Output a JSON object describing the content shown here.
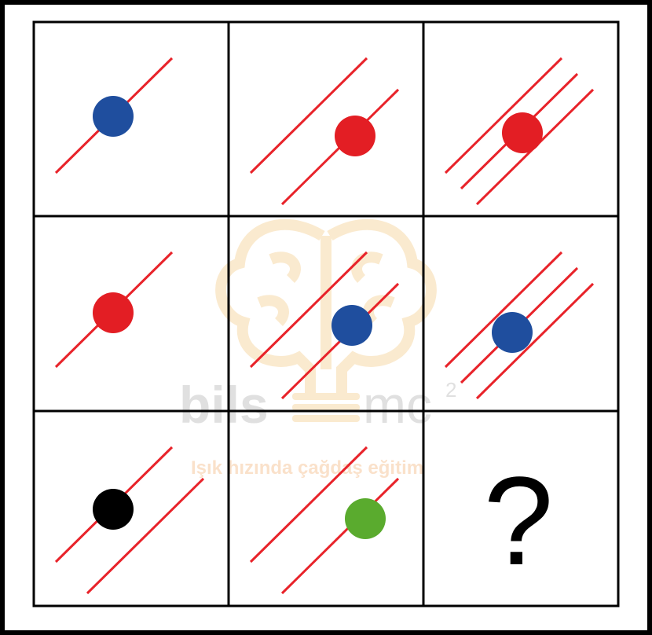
{
  "puzzle": {
    "line_color": "#e8232a",
    "border_color": "#000000",
    "background": "#ffffff",
    "question_mark": "?",
    "cells": [
      {
        "row": 1,
        "col": 1,
        "line_count": 1,
        "dot_color": "#1f4e9e",
        "dot_color_name": "blue"
      },
      {
        "row": 1,
        "col": 2,
        "line_count": 2,
        "dot_color": "#e31e24",
        "dot_color_name": "red"
      },
      {
        "row": 1,
        "col": 3,
        "line_count": 3,
        "dot_color": "#e31e24",
        "dot_color_name": "red"
      },
      {
        "row": 2,
        "col": 1,
        "line_count": 1,
        "dot_color": "#e31e24",
        "dot_color_name": "red"
      },
      {
        "row": 2,
        "col": 2,
        "line_count": 2,
        "dot_color": "#1f4e9e",
        "dot_color_name": "blue"
      },
      {
        "row": 2,
        "col": 3,
        "line_count": 3,
        "dot_color": "#1f4e9e",
        "dot_color_name": "blue"
      },
      {
        "row": 3,
        "col": 1,
        "line_count": 2,
        "dot_color": "#000000",
        "dot_color_name": "black"
      },
      {
        "row": 3,
        "col": 2,
        "line_count": 2,
        "dot_color": "#5aab2e",
        "dot_color_name": "green"
      },
      {
        "row": 3,
        "col": 3,
        "line_count": 0,
        "dot_color": null,
        "dot_color_name": null,
        "unknown": true
      }
    ]
  },
  "watermark": {
    "brand_left": "bils",
    "brand_right": "mc",
    "brand_superscript": "2",
    "slogan": "Işık hızında çağdaş eğitim",
    "icon": "brain-bulb-icon",
    "colors": {
      "brain": "#f7d9a8",
      "text": "#c8c8c8",
      "slogan": "#f6c9a0"
    }
  }
}
